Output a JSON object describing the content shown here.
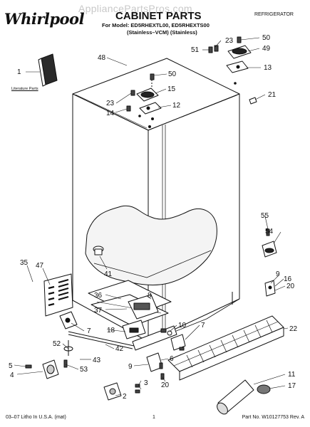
{
  "header": {
    "watermark": "AppliancePartsPros.com",
    "brand": "Whirlpool",
    "title": "CABINET PARTS",
    "category": "REFRIGERATOR",
    "model_line": "For Model: ED5RHEXTL00, ED5RHEXTS00",
    "variant_line": "(Stainless–VCM)    (Stainless)"
  },
  "literature_label": "Literature Parts",
  "callouts": [
    "1",
    "48",
    "50",
    "23",
    "15",
    "14",
    "12",
    "23",
    "51",
    "50",
    "49",
    "13",
    "21",
    "55",
    "54",
    "41",
    "35",
    "47",
    "36",
    "8",
    "37",
    "9",
    "16",
    "20",
    "22",
    "7",
    "10",
    "18",
    "52",
    "42",
    "7",
    "5",
    "43",
    "4",
    "53",
    "6",
    "9",
    "20",
    "3",
    "2",
    "11",
    "17"
  ],
  "footer": {
    "left": "03–07 Litho In U.S.A. (mat)",
    "page": "1",
    "right": "Part No. W10127753 Rev. A"
  }
}
